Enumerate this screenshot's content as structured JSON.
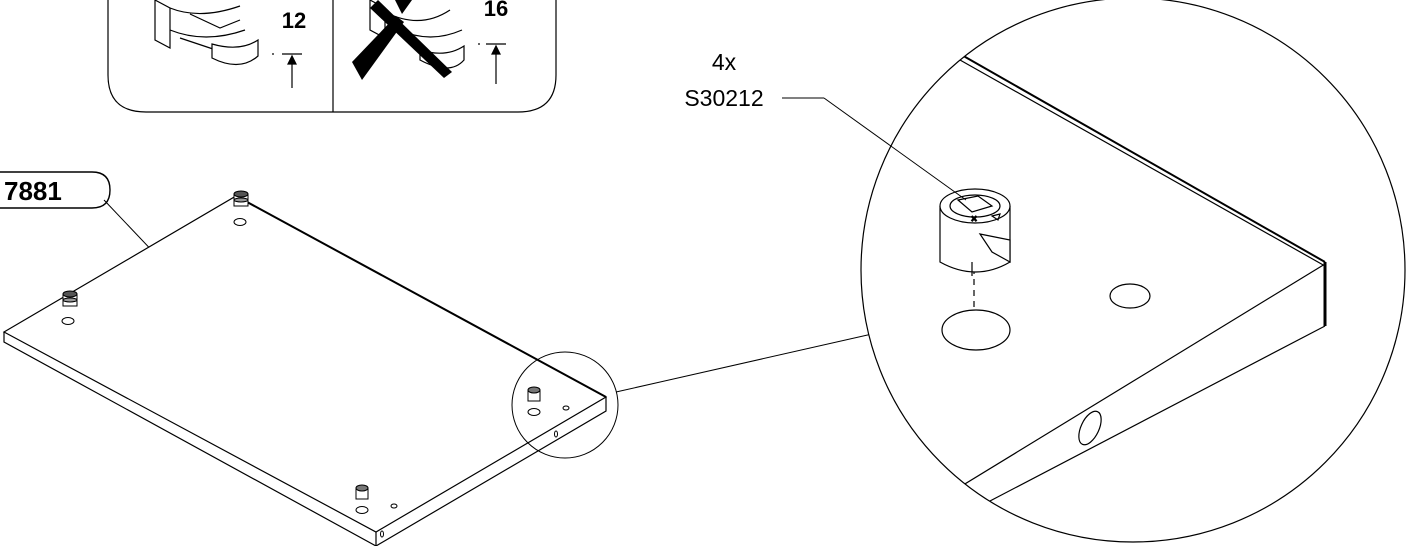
{
  "inset_panel": {
    "correct_depth": "12",
    "wrong_depth": "16"
  },
  "part_label": "7881",
  "fitting_callout": {
    "quantity": "4x",
    "part_code": "S30212"
  },
  "icons": [
    "cam-lock-fitting-icon",
    "depth-arrow-icon",
    "cross-out-mark-icon"
  ],
  "colors": {
    "line": "#000000",
    "background": "#ffffff"
  }
}
